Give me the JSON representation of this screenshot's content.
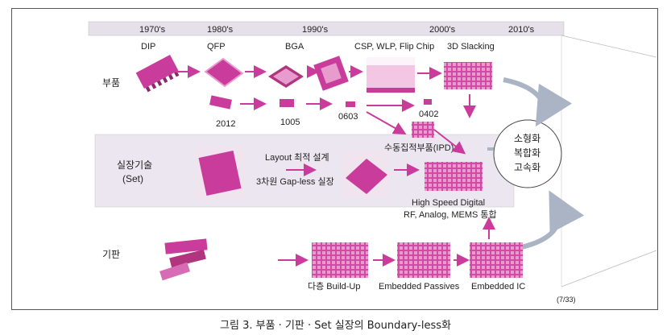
{
  "timeline": {
    "decades": [
      "1970's",
      "1980's",
      "1990's",
      "2000's",
      "2010's"
    ]
  },
  "rows": {
    "component": "부품",
    "mounting": "실장기술",
    "mounting_sub": "(Set)",
    "substrate": "기판"
  },
  "packages": {
    "dip": "DIP",
    "qfp": "QFP",
    "bga": "BGA",
    "csp": "CSP, WLP, Flip Chip",
    "stacking": "3D Slacking"
  },
  "chip_sizes": [
    "2012",
    "1005",
    "0603",
    "0402"
  ],
  "ipd": "수동집적부품(IPD)",
  "mounting_notes": {
    "layout": "Layout 최적 설계",
    "gapless": "3차원 Gap-less 실장"
  },
  "high_speed": {
    "line1": "High Speed Digital",
    "line2": "RF, Analog, MEMS 통합"
  },
  "goal": {
    "line1": "소형화",
    "line2": "복합화",
    "line3": "고속화"
  },
  "substrate_stages": [
    "다층 Build-Up",
    "Embedded Passives",
    "Embedded IC"
  ],
  "page_ref": "(7/33)",
  "colors": {
    "magenta": "#c93c9c",
    "magenta_light": "#e9a8d2",
    "band": "#ece6f0",
    "timeline_band": "#e6e0ea"
  },
  "caption": "그림 3. 부품 · 기판 · Set 실장의 Boundary-less화"
}
